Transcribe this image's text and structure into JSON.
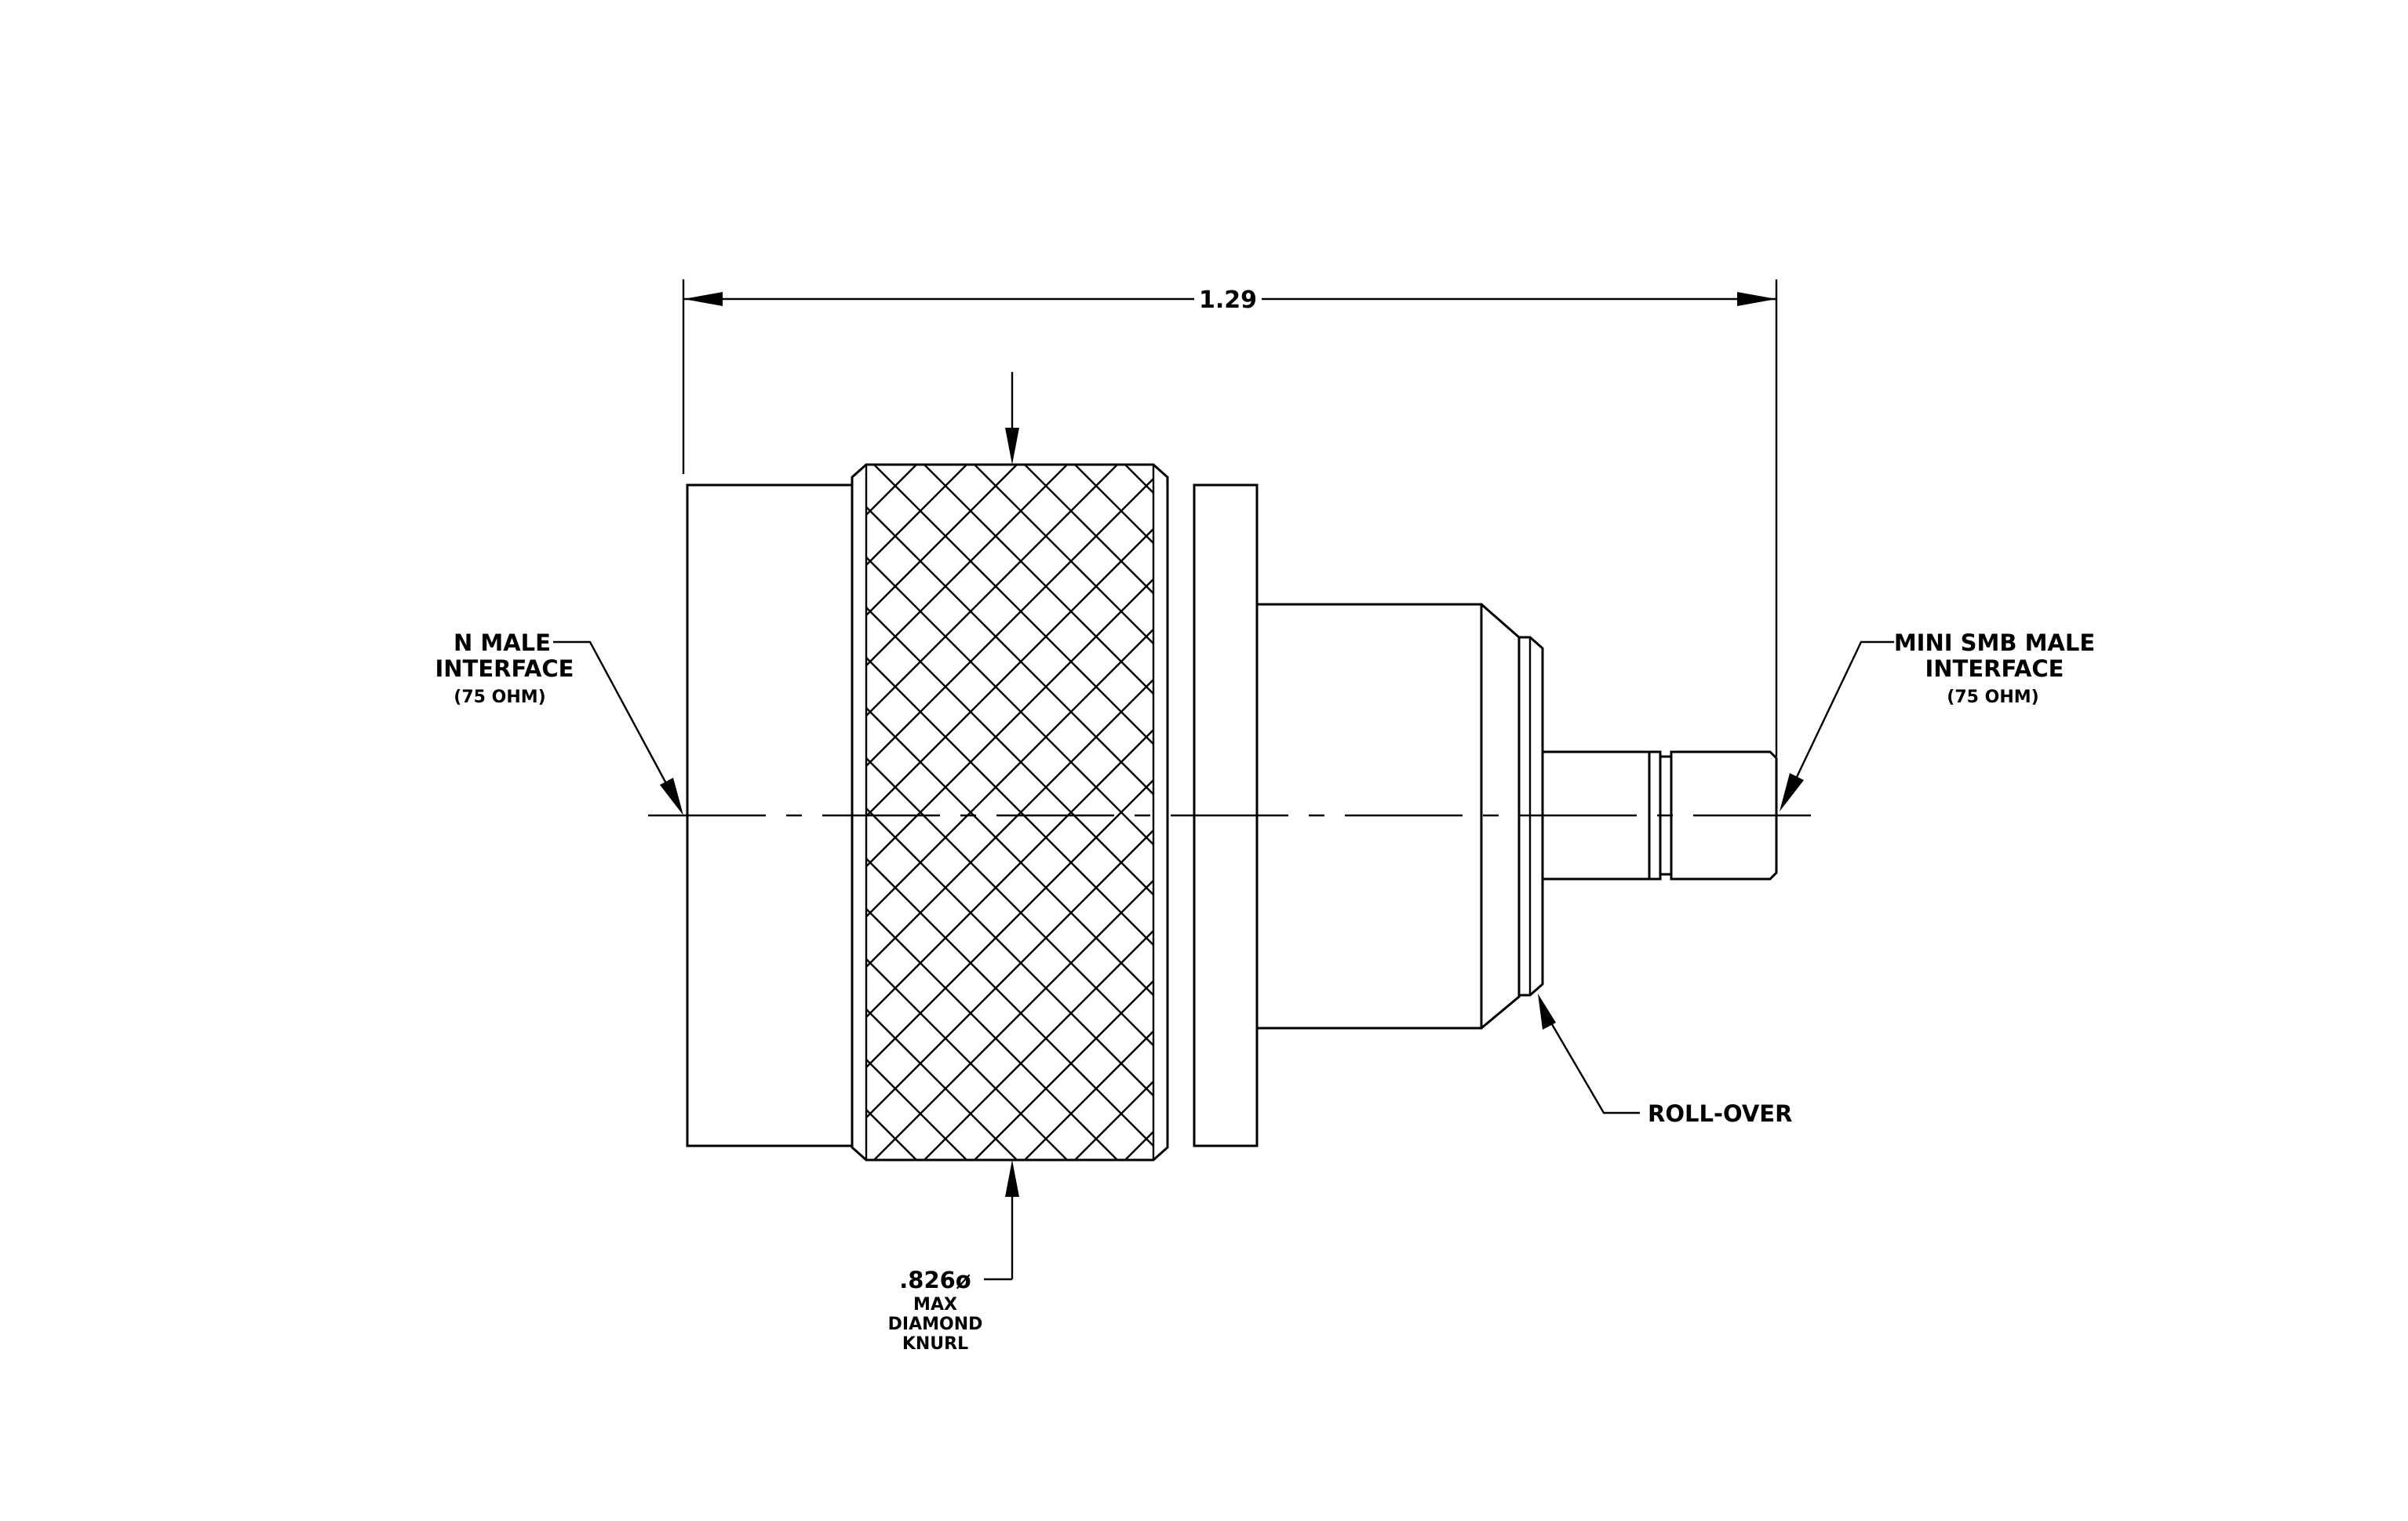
{
  "overall_length": "1.29",
  "n_male_label": {
    "line1": "N MALE",
    "line2": "INTERFACE",
    "line3": "(75 OHM)"
  },
  "mini_smb_label": {
    "line1": "MINI SMB MALE",
    "line2": "INTERFACE",
    "line3": "(75 OHM)"
  },
  "rollover_label": "ROLL-OVER",
  "knurl_label": {
    "line1": ".826ø",
    "line2": "MAX",
    "line3": "DIAMOND",
    "line4": "KNURL"
  }
}
